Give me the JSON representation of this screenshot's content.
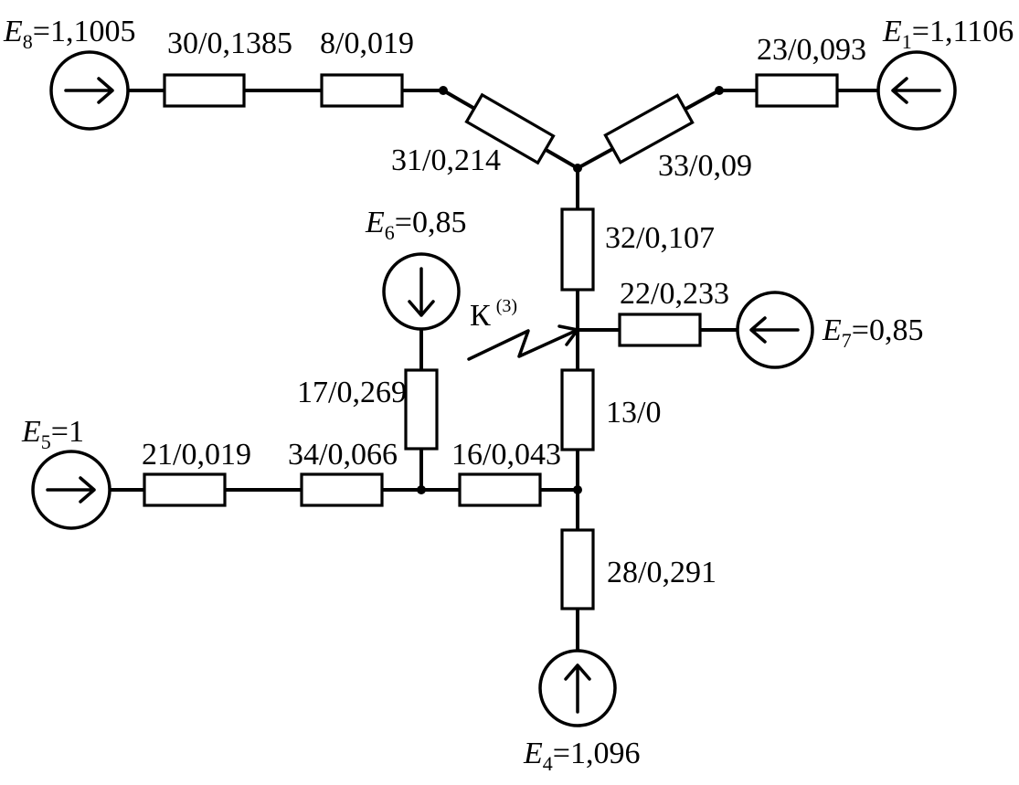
{
  "sources": {
    "E8": {
      "symbol": "E",
      "sub": "8",
      "value": "=1,1005"
    },
    "E1": {
      "symbol": "E",
      "sub": "1",
      "value": "=1,1106"
    },
    "E6": {
      "symbol": "E",
      "sub": "6",
      "value": "=0,85"
    },
    "E7": {
      "symbol": "E",
      "sub": "7",
      "value": "=0,85"
    },
    "E5": {
      "symbol": "E",
      "sub": "5",
      "value": "=1"
    },
    "E4": {
      "symbol": "E",
      "sub": "4",
      "value": "=1,096"
    }
  },
  "branches": {
    "b30": "30/0,1385",
    "b8": "8/0,019",
    "b23": "23/0,093",
    "b31": "31/0,214",
    "b33": "33/0,09",
    "b32": "32/0,107",
    "b22": "22/0,233",
    "b17": "17/0,269",
    "b13": "13/0",
    "b21": "21/0,019",
    "b34": "34/0,066",
    "b16": "16/0,043",
    "b28": "28/0,291"
  },
  "fault": {
    "letter": "К",
    "superscript": "(3)"
  }
}
